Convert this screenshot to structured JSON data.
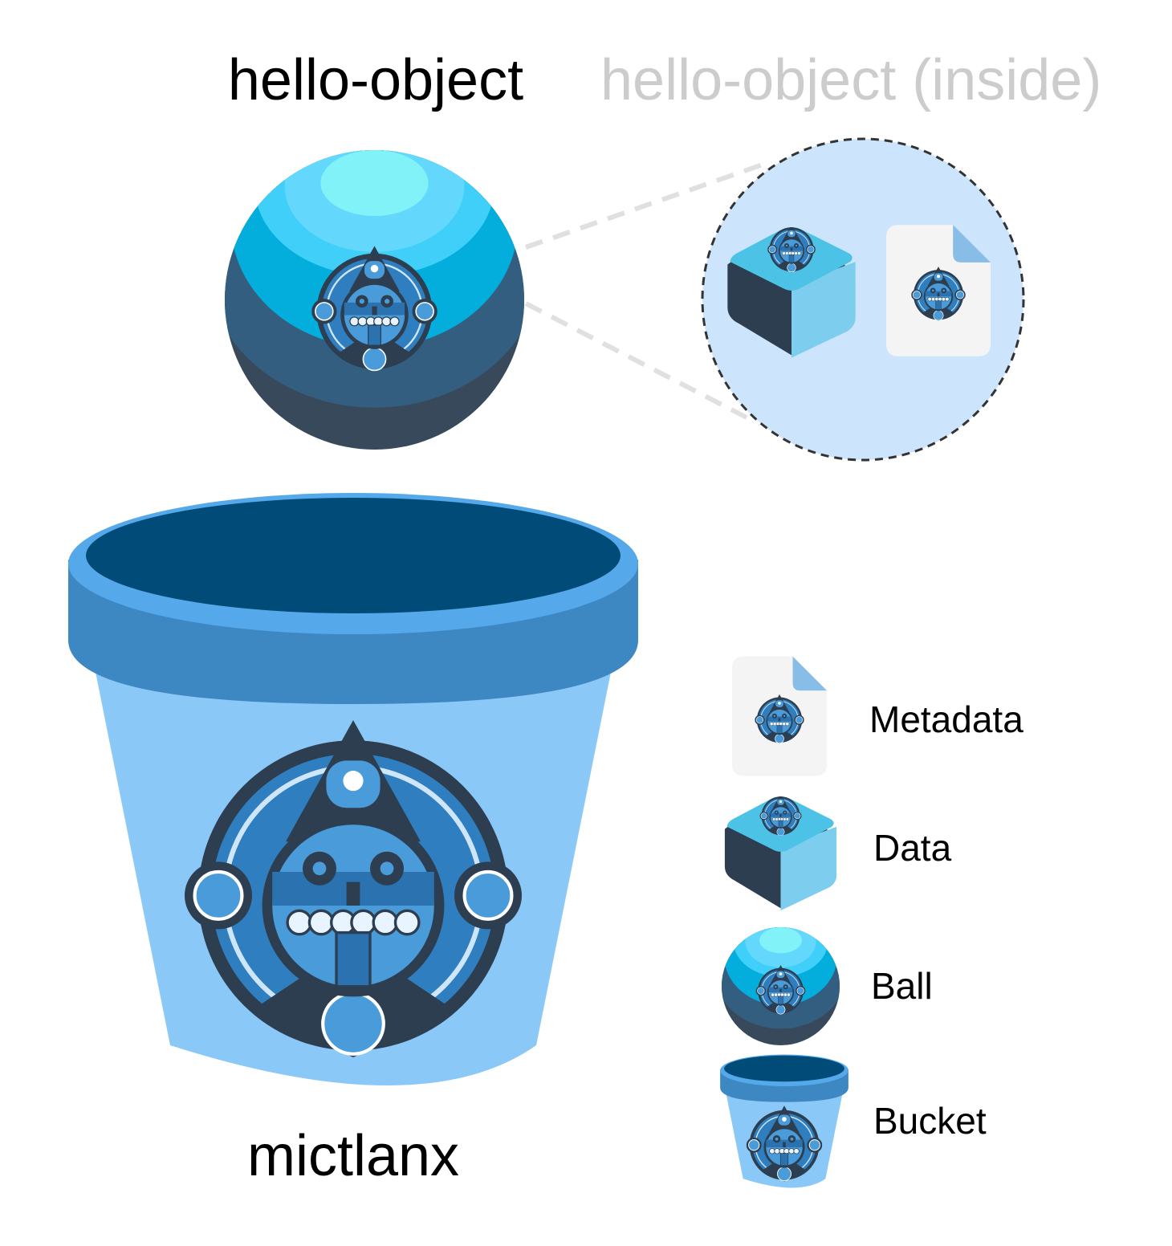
{
  "titles": {
    "object": "hello-object",
    "object_inside": "hello-object (inside)",
    "bucket": "mictlanx"
  },
  "legend": [
    {
      "label": "Metadata",
      "icon": "document-icon"
    },
    {
      "label": "Data",
      "icon": "cube-icon"
    },
    {
      "label": "Ball",
      "icon": "ball-icon"
    },
    {
      "label": "Bucket",
      "icon": "bucket-icon"
    }
  ],
  "colors": {
    "inside_circle": "#cce5fc",
    "bucket_body": "#8ac8f8",
    "bucket_band": "#3d87c2",
    "bucket_rim": "#55a9ea",
    "bucket_inner": "#014b78",
    "dark": "#2d3e50",
    "title_muted": "#cccccc"
  }
}
